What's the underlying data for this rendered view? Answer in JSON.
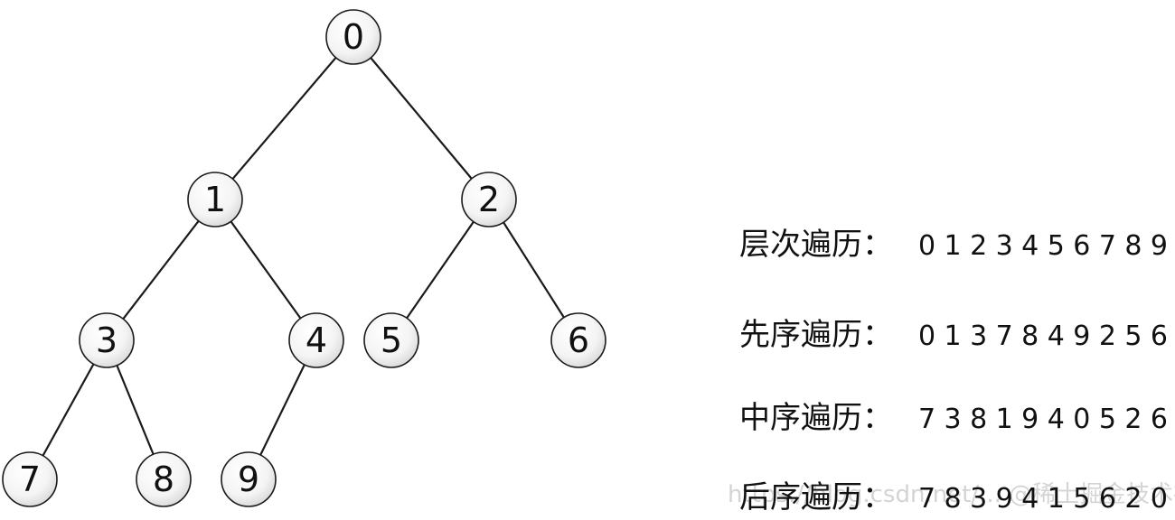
{
  "tree": {
    "nodes": [
      {
        "id": 0,
        "label": "0"
      },
      {
        "id": 1,
        "label": "1"
      },
      {
        "id": 2,
        "label": "2"
      },
      {
        "id": 3,
        "label": "3"
      },
      {
        "id": 4,
        "label": "4"
      },
      {
        "id": 5,
        "label": "5"
      },
      {
        "id": 6,
        "label": "6"
      },
      {
        "id": 7,
        "label": "7"
      },
      {
        "id": 8,
        "label": "8"
      },
      {
        "id": 9,
        "label": "9"
      }
    ],
    "edges": [
      [
        0,
        1
      ],
      [
        0,
        2
      ],
      [
        1,
        3
      ],
      [
        1,
        4
      ],
      [
        2,
        5
      ],
      [
        2,
        6
      ],
      [
        3,
        7
      ],
      [
        3,
        8
      ],
      [
        4,
        9
      ]
    ]
  },
  "traversals": [
    {
      "key": "level",
      "title": "层次遍历：",
      "sequence": "0 1 2 3 4 5 6 7 8 9"
    },
    {
      "key": "preorder",
      "title": "先序遍历：",
      "sequence": "0 1 3 7 8 4 9 2 5 6"
    },
    {
      "key": "inorder",
      "title": "中序遍历：",
      "sequence": "7 3 8 1 9 4 0 5 2 6"
    },
    {
      "key": "postorder",
      "title": "后序遍历：",
      "sequence": "7 8 3 9 4 1 5 6 2 0"
    }
  ],
  "watermark": "https://blog.csdn.net/... @稀土掘金技术社区",
  "colors": {
    "node_fill_top": "#ffffff",
    "node_fill_bottom": "#d9d9d9",
    "node_stroke": "#1a1a1a",
    "edge": "#1a1a1a"
  }
}
